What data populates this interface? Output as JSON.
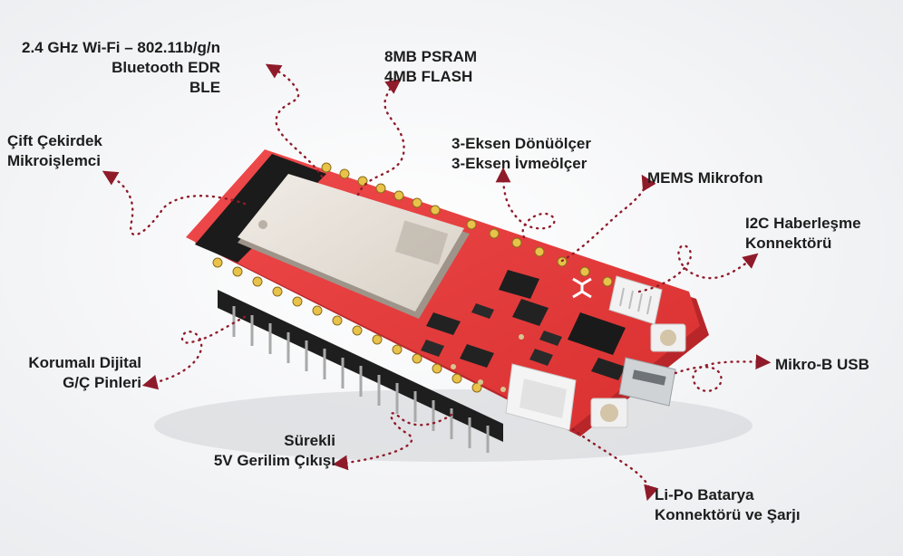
{
  "accent_color": "#8f1b2a",
  "board_color": "#e23a3e",
  "labels": {
    "wifi": {
      "line1": "2.4 GHz Wi-Fi – 802.11b/g/n",
      "line2": "Bluetooth EDR",
      "line3": "BLE"
    },
    "memory": {
      "line1": "8MB PSRAM",
      "line2": "4MB FLASH"
    },
    "cpu": {
      "line1": "Çift Çekirdek",
      "line2": "Mikroişlemci"
    },
    "imu": {
      "line1": "3-Eksen Dönüölçer",
      "line2": "3-Eksen İvmeölçer"
    },
    "mic": {
      "line1": "MEMS Mikrofon"
    },
    "i2c": {
      "line1": "I2C Haberleşme",
      "line2": "Konnektörü"
    },
    "gpio": {
      "line1": "Korumalı Dijital",
      "line2": "G/Ç Pinleri"
    },
    "usb": {
      "line1": "Mikro-B USB"
    },
    "power": {
      "line1": "Sürekli",
      "line2": "5V Gerilim Çıkışı"
    },
    "battery": {
      "line1": "Li-Po Batarya",
      "line2": "Konnektörü ve Şarjı"
    }
  }
}
